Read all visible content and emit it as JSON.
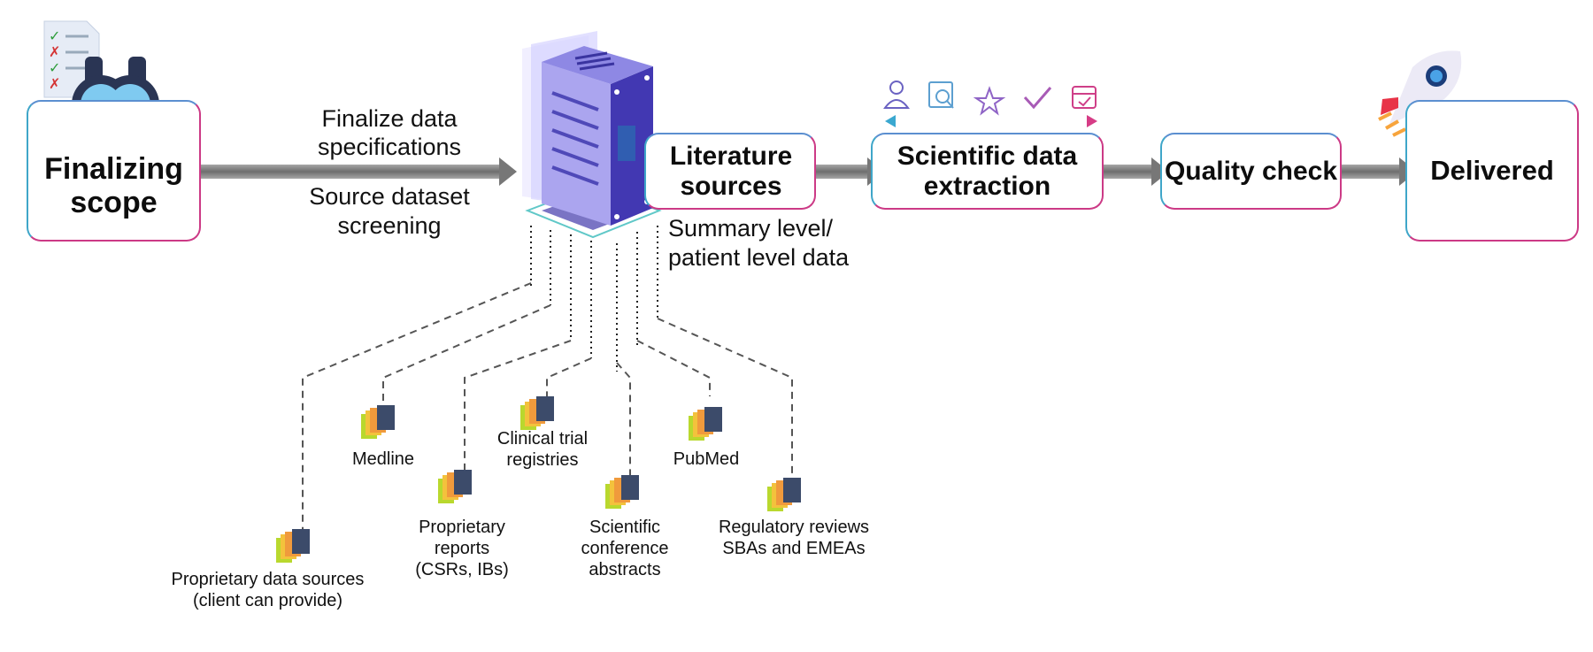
{
  "stages": {
    "finalizing_scope": "Finalizing scope",
    "literature_sources": "Literature sources",
    "scientific_extraction": "Scientific data extraction",
    "quality_check": "Quality check",
    "delivered": "Delivered"
  },
  "arrow_labels": {
    "line1": "Finalize data",
    "line2": "specifications",
    "line3": "Source dataset",
    "line4": "screening"
  },
  "output_label": {
    "line1": "Summary level/",
    "line2": "patient level data"
  },
  "sources": [
    {
      "lines": [
        "Medline"
      ]
    },
    {
      "lines": [
        "Proprietary",
        "reports",
        "(CSRs, IBs)"
      ]
    },
    {
      "lines": [
        "Clinical trial",
        "registries"
      ]
    },
    {
      "lines": [
        "Scientific",
        "conference",
        "abstracts"
      ]
    },
    {
      "lines": [
        "PubMed"
      ]
    },
    {
      "lines": [
        "Regulatory reviews",
        "SBAs and EMEAs"
      ]
    },
    {
      "lines": [
        "Proprietary data sources",
        "(client can provide)"
      ]
    }
  ],
  "icons": [
    "checklist-icon",
    "binoculars-icon",
    "server-icon",
    "user-icon",
    "document-search-icon",
    "star-icon",
    "checkmark-icon",
    "box-check-icon",
    "rocket-icon",
    "book-stack-icon"
  ],
  "colors": {
    "border_pink": "#cc3a86",
    "border_blue": "#3fa6c9",
    "arrow_gray": "#7a7a7a",
    "server_purple": "#4b45b8",
    "gradient_start": "#3aa8d0",
    "gradient_end": "#d63c86"
  }
}
